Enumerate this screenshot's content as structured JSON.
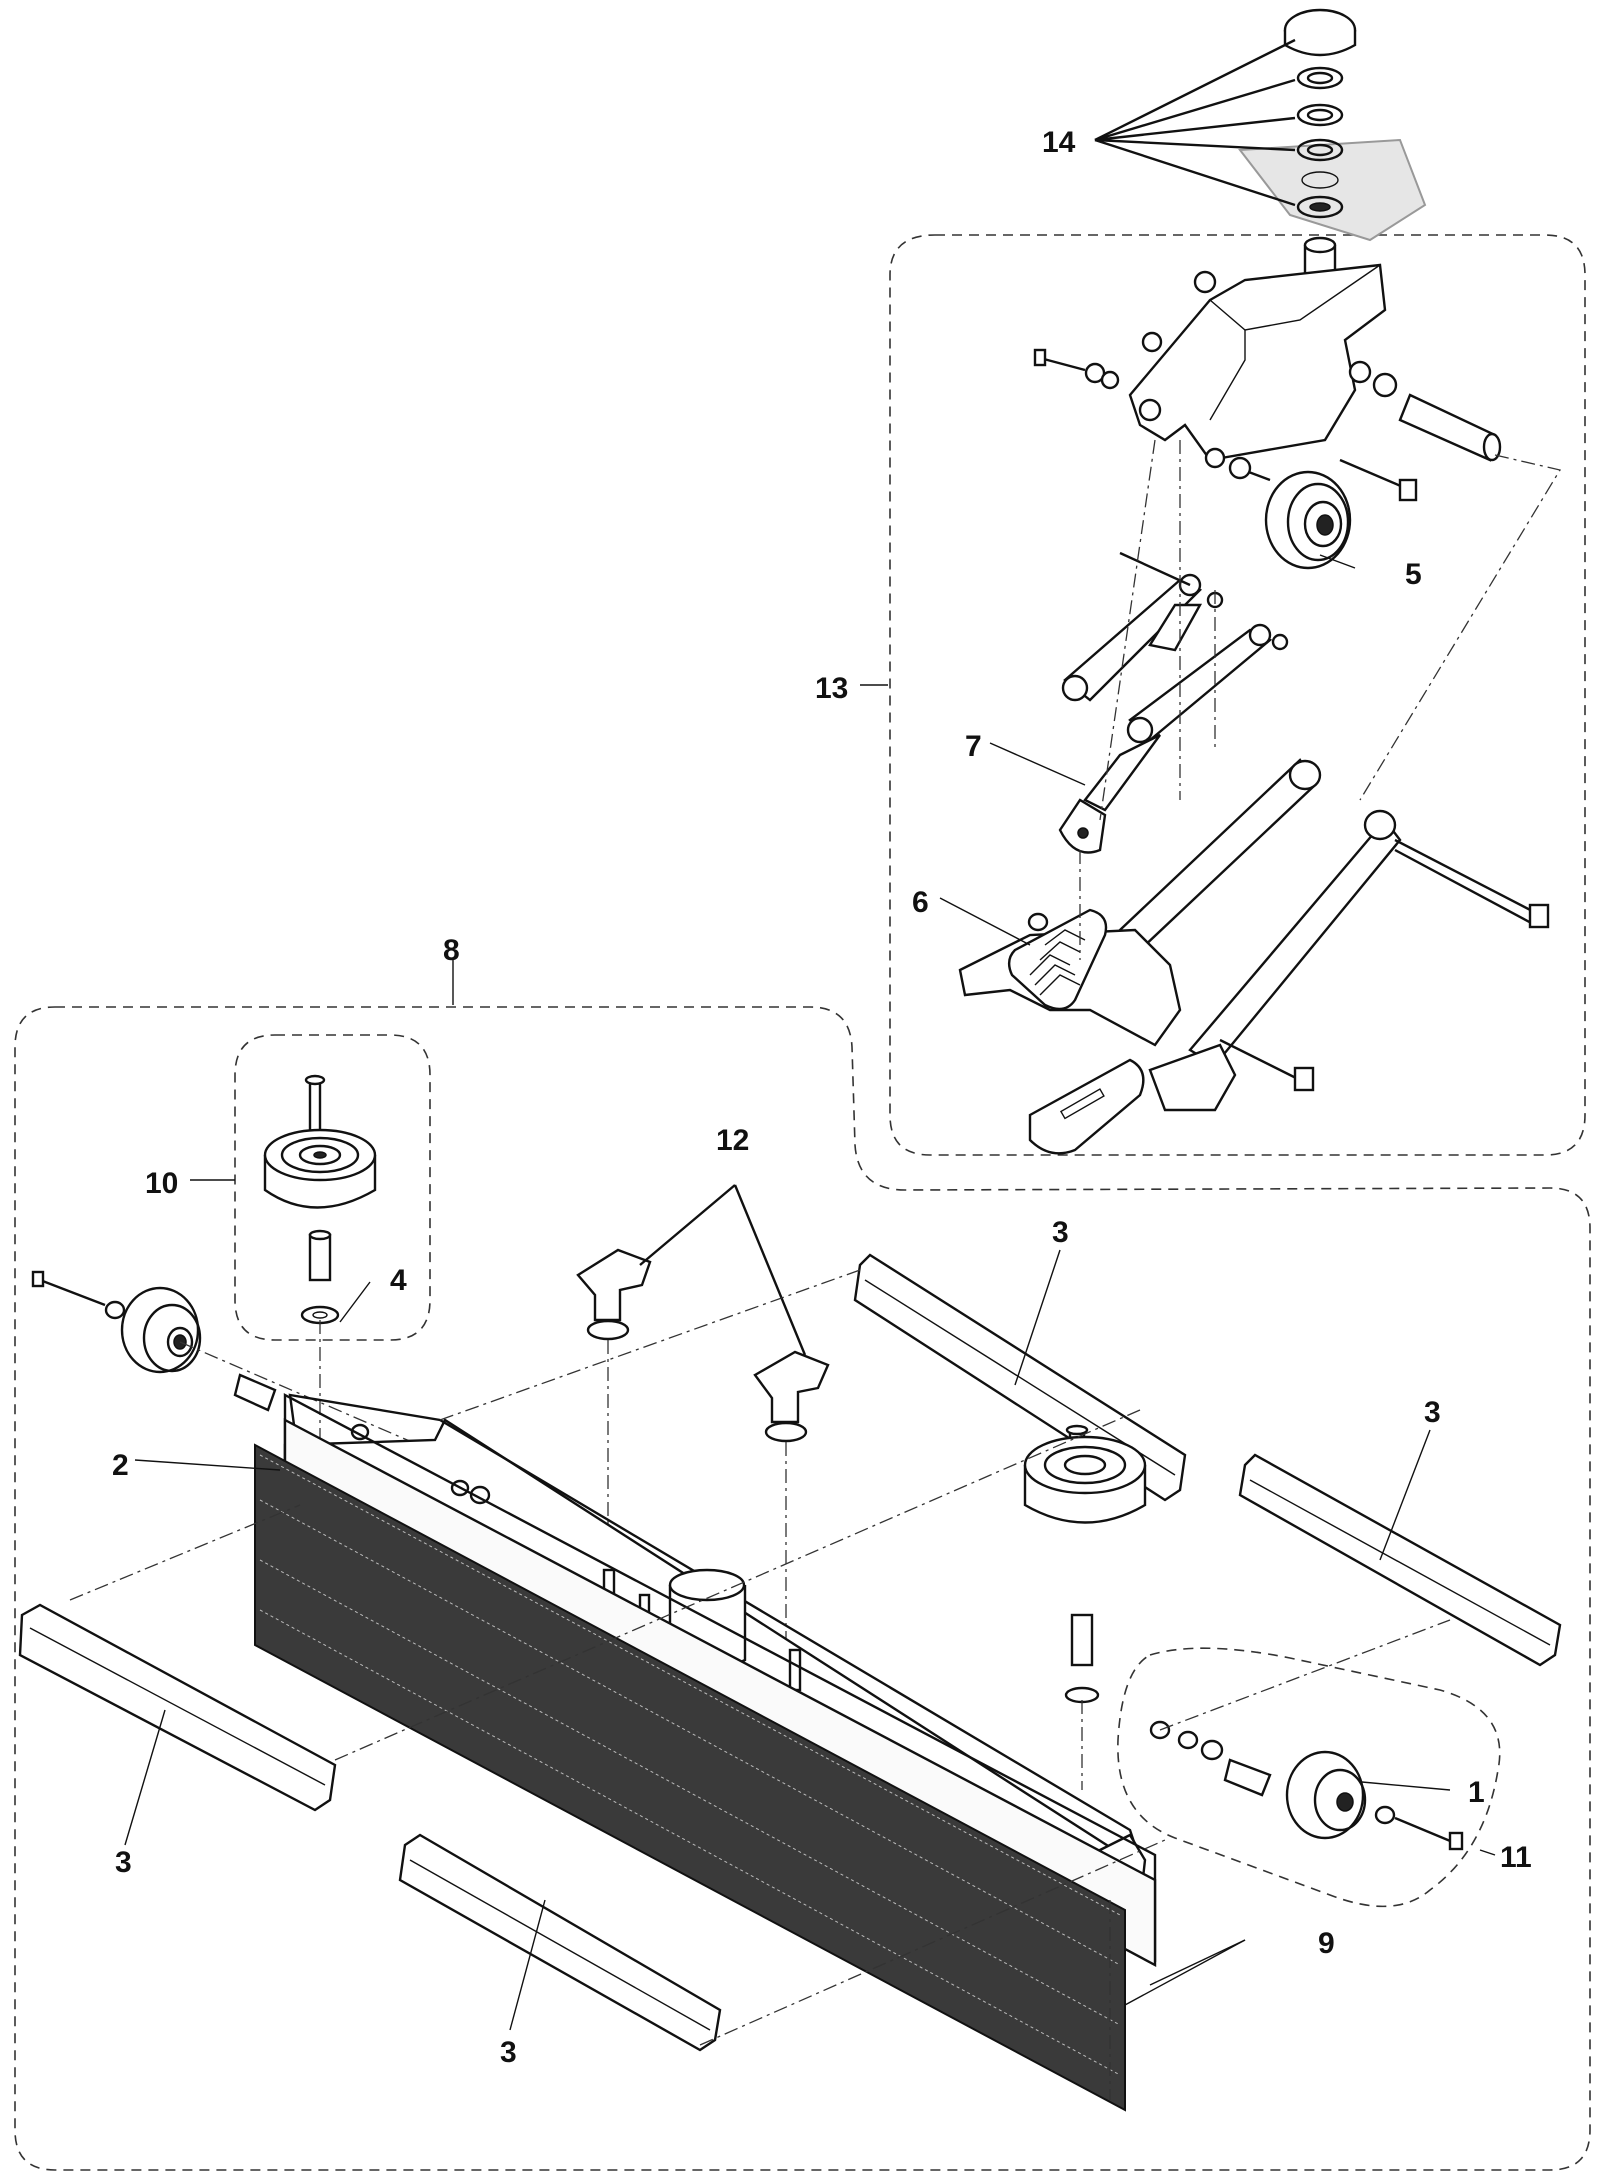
{
  "diagram": {
    "labels": {
      "l1": "1",
      "l2": "2",
      "l3a": "3",
      "l3b": "3",
      "l3c": "3",
      "l3d": "3",
      "l4": "4",
      "l5": "5",
      "l6": "6",
      "l7": "7",
      "l8": "8",
      "l9": "9",
      "l10": "10",
      "l11": "11",
      "l12": "12",
      "l13": "13",
      "l14": "14"
    }
  }
}
